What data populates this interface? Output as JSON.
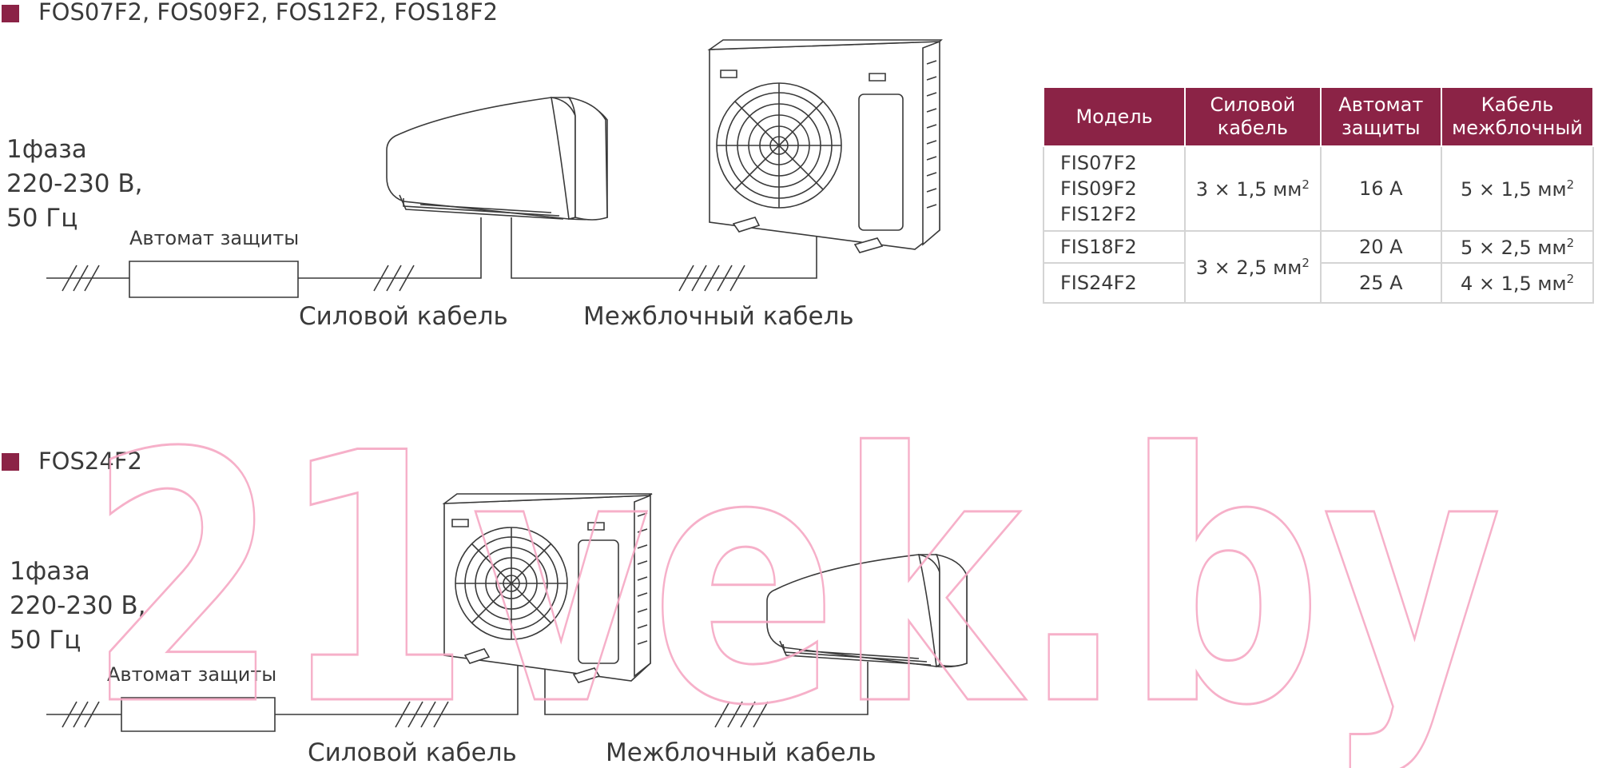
{
  "section1": {
    "heading": "FOS07F2, FOS09F2, FOS12F2, FOS18F2",
    "power": "1фаза\n220-230 В,\n50 Гц",
    "breaker_label": "Автомат защиты",
    "power_cable_label": "Силовой кабель",
    "interconnect_cable_label": "Межблочный кабель"
  },
  "section2": {
    "heading": "FOS24F2",
    "power": "1фаза\n220-230 В,\n50 Гц",
    "breaker_label": "Автомат защиты",
    "power_cable_label": "Силовой кабель",
    "interconnect_cable_label": "Межблочный кабель"
  },
  "table": {
    "headers": [
      "Модель",
      "Силовой\nкабель",
      "Автомат\nзащиты",
      "Кабель\nмежблочный"
    ],
    "rows": [
      {
        "model": "FIS07F2\nFIS09F2\nFIS12F2",
        "power_cable": "3 × 1,5 мм",
        "breaker": "16 А",
        "interconnect": "5 × 1,5 мм"
      },
      {
        "model": "FIS18F2",
        "power_cable": "3 × 2,5 мм",
        "breaker": "20 А",
        "interconnect": "5 × 2,5 мм"
      },
      {
        "model": "FIS24F2",
        "breaker": "25 А",
        "interconnect": "4 × 1,5 мм"
      }
    ],
    "superscript": "2"
  },
  "watermark": "21vek.by",
  "colors": {
    "accent": "#8b2346",
    "text": "#3a3a3a",
    "watermark": "#f6a8c4"
  }
}
